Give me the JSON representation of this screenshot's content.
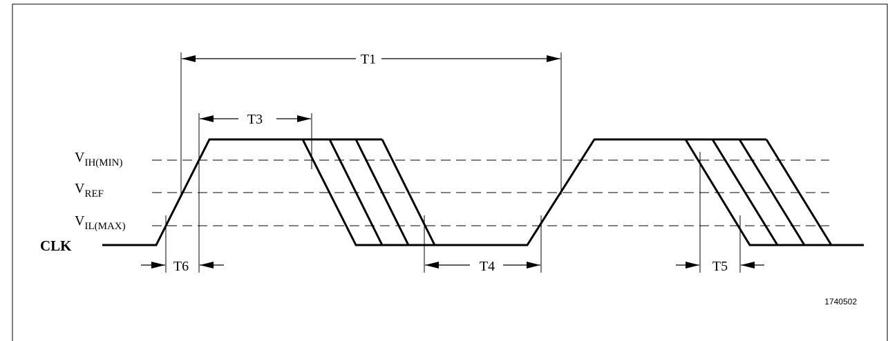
{
  "signal_label": "CLK",
  "levels": {
    "vih": {
      "main": "V",
      "sub": "IH(MIN)"
    },
    "vref": {
      "main": "V",
      "sub": "REF"
    },
    "vil": {
      "main": "V",
      "sub": "IL(MAX)"
    }
  },
  "timing_labels": {
    "t1": "T1",
    "t3": "T3",
    "t4": "T4",
    "t5": "T5",
    "t6": "T6"
  },
  "figure_id": "1740502",
  "colors": {
    "line": "#000000",
    "frame": "#000000",
    "background": "#ffffff"
  }
}
